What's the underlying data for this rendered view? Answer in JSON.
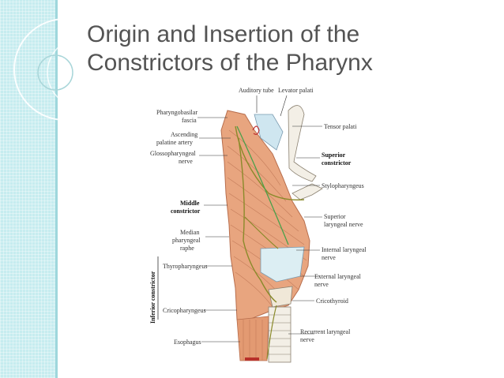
{
  "slide": {
    "title_line1": "Origin and Insertion of the",
    "title_line2": "Constrictors of the Pharynx"
  },
  "labels": {
    "auditory_tube": "Auditory tube",
    "levator_palati": "Levator palati",
    "pharyngobasilar_fascia_1": "Pharyngobasilar",
    "pharyngobasilar_fascia_2": "fascia",
    "tensor_palati": "Tensor palati",
    "ascending_palatine_1": "Ascending",
    "ascending_palatine_2": "palatine artery",
    "glossopharyngeal_1": "Glossopharyngeal",
    "glossopharyngeal_2": "nerve",
    "superior_constrictor_1": "Superior",
    "superior_constrictor_2": "constrictor",
    "stylopharyngeus": "Stylopharyngeus",
    "middle_constrictor_1": "Middle",
    "middle_constrictor_2": "constrictor",
    "superior_laryngeal_1": "Superior",
    "superior_laryngeal_2": "laryngeal nerve",
    "median_raphe_1": "Median",
    "median_raphe_2": "pharyngeal",
    "median_raphe_3": "raphe",
    "internal_laryngeal_1": "Internal laryngeal",
    "internal_laryngeal_2": "nerve",
    "inferior_constrictor": "Inferior constrictor",
    "thyropharyngeus": "Thyropharyngeus",
    "external_laryngeal_1": "External laryngeal",
    "external_laryngeal_2": "nerve",
    "cricothyroid": "Cricothyroid",
    "cricopharyngeus": "Cricopharyngeus",
    "recurrent_laryngeal_1": "Recurrent laryngeal",
    "recurrent_laryngeal_2": "nerve",
    "esophagus": "Esophagus"
  },
  "colors": {
    "strip": "#c6ecef",
    "title": "#545454",
    "muscle": "#e8a57f",
    "nerve": "#8a8a2a",
    "artery": "#4aa04a"
  }
}
